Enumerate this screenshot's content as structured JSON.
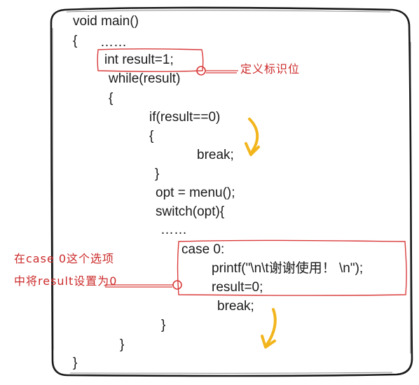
{
  "code_lines": [
    "void main()",
    "{",
    "……",
    "int result=1;",
    "while(result)",
    "{",
    "if(result==0)",
    "{",
    "break;",
    "}",
    "opt = menu();",
    "switch(opt){",
    "……",
    "case 0:",
    "printf(\"\\n\\t谢谢使用！ \\n\");",
    "result=0;",
    "break;",
    "}",
    "}",
    "}"
  ],
  "annotations": {
    "flag_label": "定义标识位",
    "case_note_line1": "在case 0这个选项",
    "case_note_line2": "中将result设置为0"
  },
  "colors": {
    "frame": "#1a1a1a",
    "callout": "#d93a3a",
    "arrow": "#f2b51c"
  }
}
